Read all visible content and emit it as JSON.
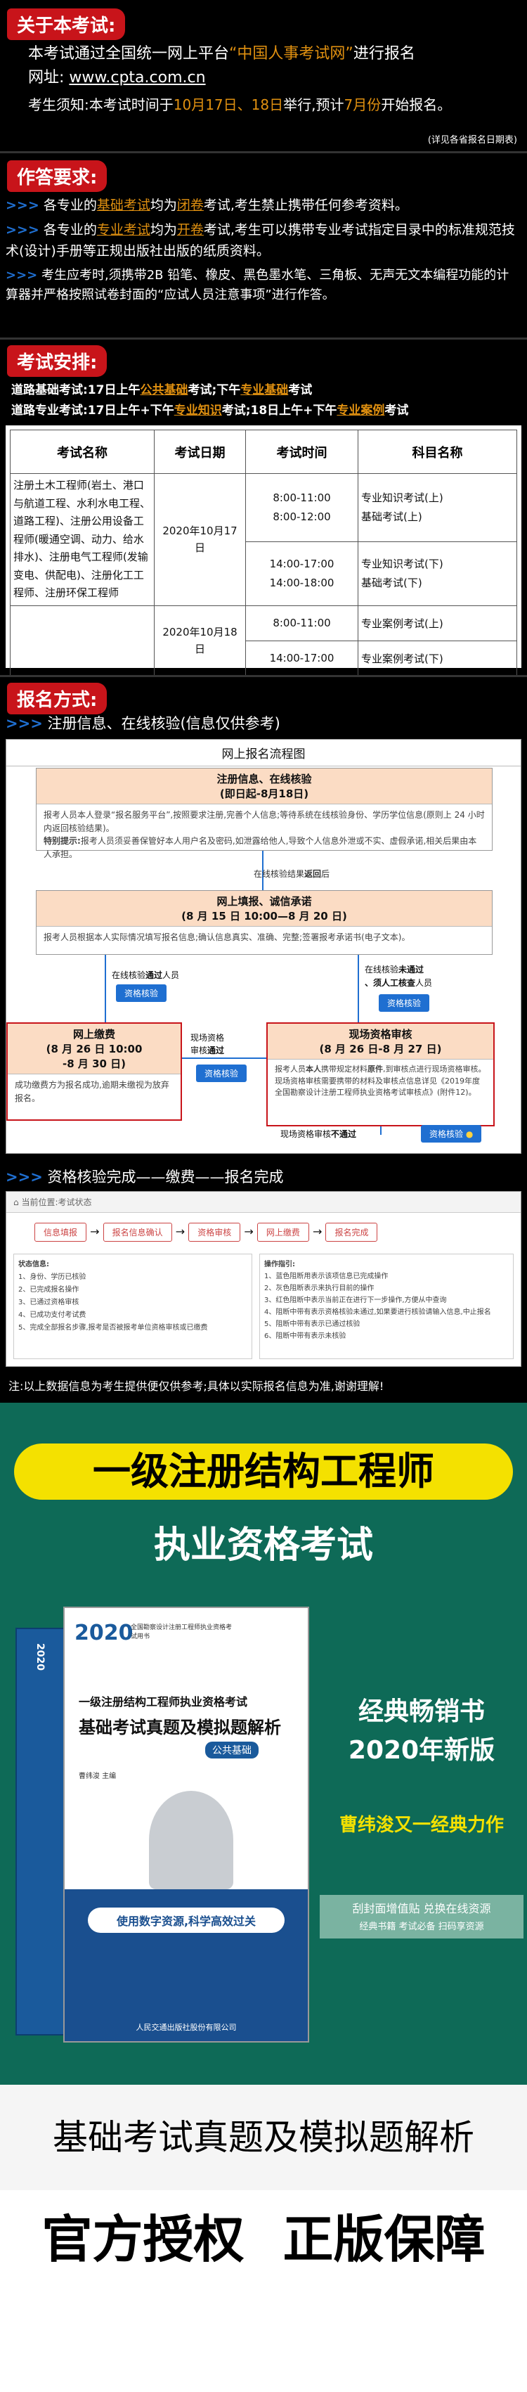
{
  "s1": {
    "tag": "关于本考试:",
    "line1_pre": "本考试通过全国统一网上平台",
    "line1_q": "“中国人事考试网”",
    "line1_post": "进行报名",
    "url_label": "网址:",
    "url": "www.cpta.com.cn",
    "notice_pre": "考生须知:本考试时间于",
    "notice_date1": "10月17日、18日",
    "notice_mid": "举行,预计",
    "notice_date2": "7月份",
    "notice_post": "开始报名。",
    "note": "(详见各省报名日期表)"
  },
  "s2": {
    "tag": "作答要求:",
    "p1_a": "各专业的",
    "p1_b": "基础考试",
    "p1_c": "均为",
    "p1_d": "闭卷",
    "p1_e": "考试,考生禁止携带任何参考资料。",
    "p2_a": "各专业的",
    "p2_b": "专业考试",
    "p2_c": "均为",
    "p2_d": "开卷",
    "p2_e": "考试,考生可以携带专业考试指定目录中的标准规范技术(设计)手册等正规出版社出版的纸质资料。",
    "p3": "考生应考时,须携带2B 铅笔、橡皮、黑色墨水笔、三角板、无声无文本编程功能的计算器并严格按照试卷封面的“应试人员注意事项”进行作答。",
    "arrow": ">>>"
  },
  "s3": {
    "tag": "考试安排:",
    "road1_a": "道路基础考试:17日上午",
    "road1_b": "公共基础",
    "road1_c": "考试;下午",
    "road1_d": "专业基础",
    "road1_e": "考试",
    "road2_a": "道路专业考试:17日上午+下午",
    "road2_b": "专业知识",
    "road2_c": "考试;18日上午+下午",
    "road2_d": "专业案例",
    "road2_e": "考试",
    "headers": [
      "考试名称",
      "考试日期",
      "考试时间",
      "科目名称"
    ],
    "exam_name": "注册土木工程师(岩土、港口与航道工程、水利水电工程、道路工程)、注册公用设备工程师(暖通空调、动力、给水排水)、注册电气工程师(发输变电、供配电)、注册化工工程师、注册环保工程师",
    "date1": "2020年10月17日",
    "date2": "2020年10月18日",
    "times": [
      "8:00-11:00",
      "8:00-12:00",
      "14:00-17:00",
      "14:00-18:00",
      "8:00-11:00",
      "14:00-17:00"
    ],
    "subjects": [
      "专业知识考试(上)",
      "基础考试(上)",
      "专业知识考试(下)",
      "基础考试(下)",
      "专业案例考试(上)",
      "专业案例考试(下)"
    ]
  },
  "s4": {
    "tag": "报名方式:",
    "sub": "注册信息、在线核验(信息仅供参考)",
    "arrow": ">>>",
    "flow_title": "网上报名流程图",
    "b1_head1": "注册信息、在线核验",
    "b1_head2": "(即日起-8月18日)",
    "b1_body": "报考人员本人登录“报名服务平台”,按照要求注册,完善个人信息;等待系统在线核验身份、学历学位信息(原则上 24 小时内返回核验结果)。",
    "b1_special_label": "特别提示:",
    "b1_special": "报考人员须妥善保管好本人用户名及密码,如泄露给他人,导致个人信息外泄或不实、虚假承诺,相关后果由本人承担。",
    "pass_text_a": "在线核验结果",
    "pass_text_b": "返回",
    "pass_text_c": "后",
    "b2_head1": "网上填报、诚信承诺",
    "b2_head2": "(8 月 15 日 10:00—8 月 20 日)",
    "b2_body": "报考人员根据本人实际情况填写报名信息;确认信息真实、准确、完整;签署报考承诺书(电子文本)。",
    "left_note_a": "在线核验",
    "left_note_b": "通过",
    "left_note_c": "人员",
    "left_btn": "资格核验",
    "right_note_a": "在线核验",
    "right_note_b": "未通过",
    "right_note_c": "、须人工核查",
    "right_note_d": "人员",
    "right_btn": "资格核验",
    "b3_head1": "网上缴费",
    "b3_head2": "(8 月 26 日 10:00",
    "b3_head3": "-8 月 30 日)",
    "b3_body": "成功缴费方为报名成功,逾期未缴视为放弃报名。",
    "mid_note_a": "现场资格",
    "mid_note_b": "审核",
    "mid_note_c": "通过",
    "mid_btn": "资格核验",
    "b4_head1": "现场资格审核",
    "b4_head2": "(8 月 26 日-8 月 27 日)",
    "b4_body_a": "报考人员",
    "b4_body_b": "本人",
    "b4_body_c": "携带规定材料",
    "b4_body_d": "原件",
    "b4_body_e": ",到审核点进行现场资格审核。",
    "b4_body_f": "现场资格审核需要携带的材料及审核点信息详见《2019年度全国勘察设计注册工程师执业资格考试审核点》(附件12)。",
    "fail_a": "现场资格审核",
    "fail_b": "不通过",
    "fail_btn": "资格核验"
  },
  "s5": {
    "sub": "资格核验完成——缴费——报名完成",
    "arrow": ">>>",
    "crumb": "当前位置:考试状态",
    "steps": [
      "信息填报",
      "报名信息确认",
      "资格审核",
      "网上缴费",
      "报名完成"
    ],
    "left_title": "状态信息:",
    "left_items": [
      "1、身份、学历已核验",
      "2、已完成报名操作",
      "3、已通过资格审核",
      "4、已成功支付考试费",
      "5、完成全部报名步骤,报考是否被报考单位资格审核或已缴费"
    ],
    "right_title": "操作指引:",
    "right_items": [
      "1、蓝色阻断用表示该项信息已完成操作",
      "2、灰色阻断表示来执行目前的操作",
      "3、红色阻断中表示当前正在进行下一步操作,方便从中查询",
      "4、阻断中带有表示资格核验未通过,如果要进行核验请输入信息,中止报名",
      "5、阻断中带有表示已通过核验",
      "6、阻断中带有表示未核验"
    ],
    "note": "注:以上数据信息为考生提供便仅供参考;具体以实际报名信息为准,谢谢理解!"
  },
  "s6": {
    "title1": "一级注册结构工程师",
    "title2": "执业资格考试",
    "book_year": "2020",
    "book_series": "全国勘察设计注册工程师执业资格考试用书",
    "book_title1": "一级注册结构工程师执业资格考试",
    "book_title2": "基础考试真题及模拟题解析",
    "book_tag": "公共基础",
    "book_author": "曹纬浚 主编",
    "book_slogan": "使用数字资源,科学高效过关",
    "book_publisher": "人民交通出版社股份有限公司",
    "spine_year": "2020",
    "promo1": "经典畅销书",
    "promo2": "2020年新版",
    "promo3": "曹纬浚又一经典力作",
    "qr_text": "刮封面增值贴 兑换在线资源",
    "qr_sub": "经典书籍 考试必备 扫码享资源",
    "bottom_title": "基础考试真题及模拟题解析",
    "footer_left": "官方授权",
    "footer_right": "正版保障"
  },
  "colors": {
    "red": "#c8141a",
    "blue": "#1f6fd1",
    "teal": "#0e6a57",
    "yellow": "#f4e100"
  }
}
